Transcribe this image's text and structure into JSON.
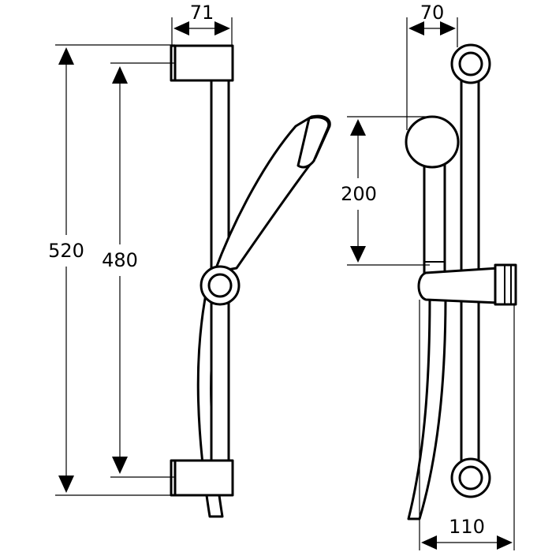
{
  "dimensions": {
    "overall_height": "520",
    "rail_height": "480",
    "front_depth": "71",
    "side_depth": "70",
    "handshower_offset": "200",
    "slider_width": "110"
  }
}
